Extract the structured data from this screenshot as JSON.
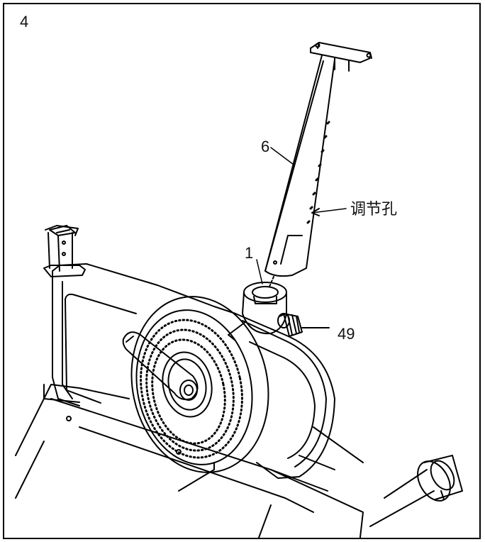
{
  "step_number": "4",
  "callouts": {
    "part_6": "6",
    "part_1": "1",
    "part_49": "49",
    "adjustment_holes": "调节孔"
  }
}
